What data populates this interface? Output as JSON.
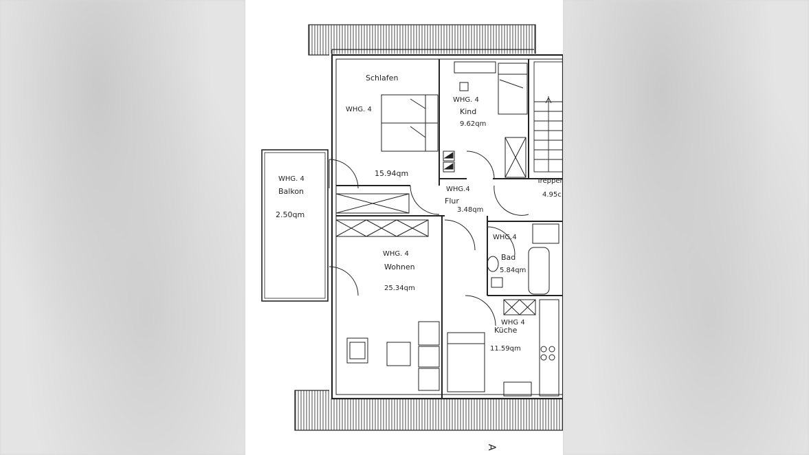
{
  "plan": {
    "rooms": {
      "schlafen": {
        "title": "Schlafen",
        "unit": "WHG. 4",
        "area": "15.94qm"
      },
      "kind": {
        "unit": "WHG. 4",
        "title": "Kind",
        "area": "9.62qm"
      },
      "balkon": {
        "unit": "WHG. 4",
        "title": "Balkon",
        "area": "2.50qm"
      },
      "flur": {
        "unit": "WHG.4",
        "title": "Flur",
        "area": "3.48qm"
      },
      "treppe": {
        "title": "Treppen",
        "area": "4.95c"
      },
      "wohnen": {
        "unit": "WHG. 4",
        "title": "Wohnen",
        "area": "25.34qm"
      },
      "bad": {
        "unit": "WHG.4",
        "title": "Bad",
        "area": "5.84qm"
      },
      "kueche": {
        "unit": "WHG 4",
        "title": "Küche",
        "area": "11.59qm"
      }
    },
    "north_marker": "A"
  },
  "colors": {
    "line": "#222222",
    "sheet": "#ffffff",
    "background": "#e0e0e0"
  }
}
